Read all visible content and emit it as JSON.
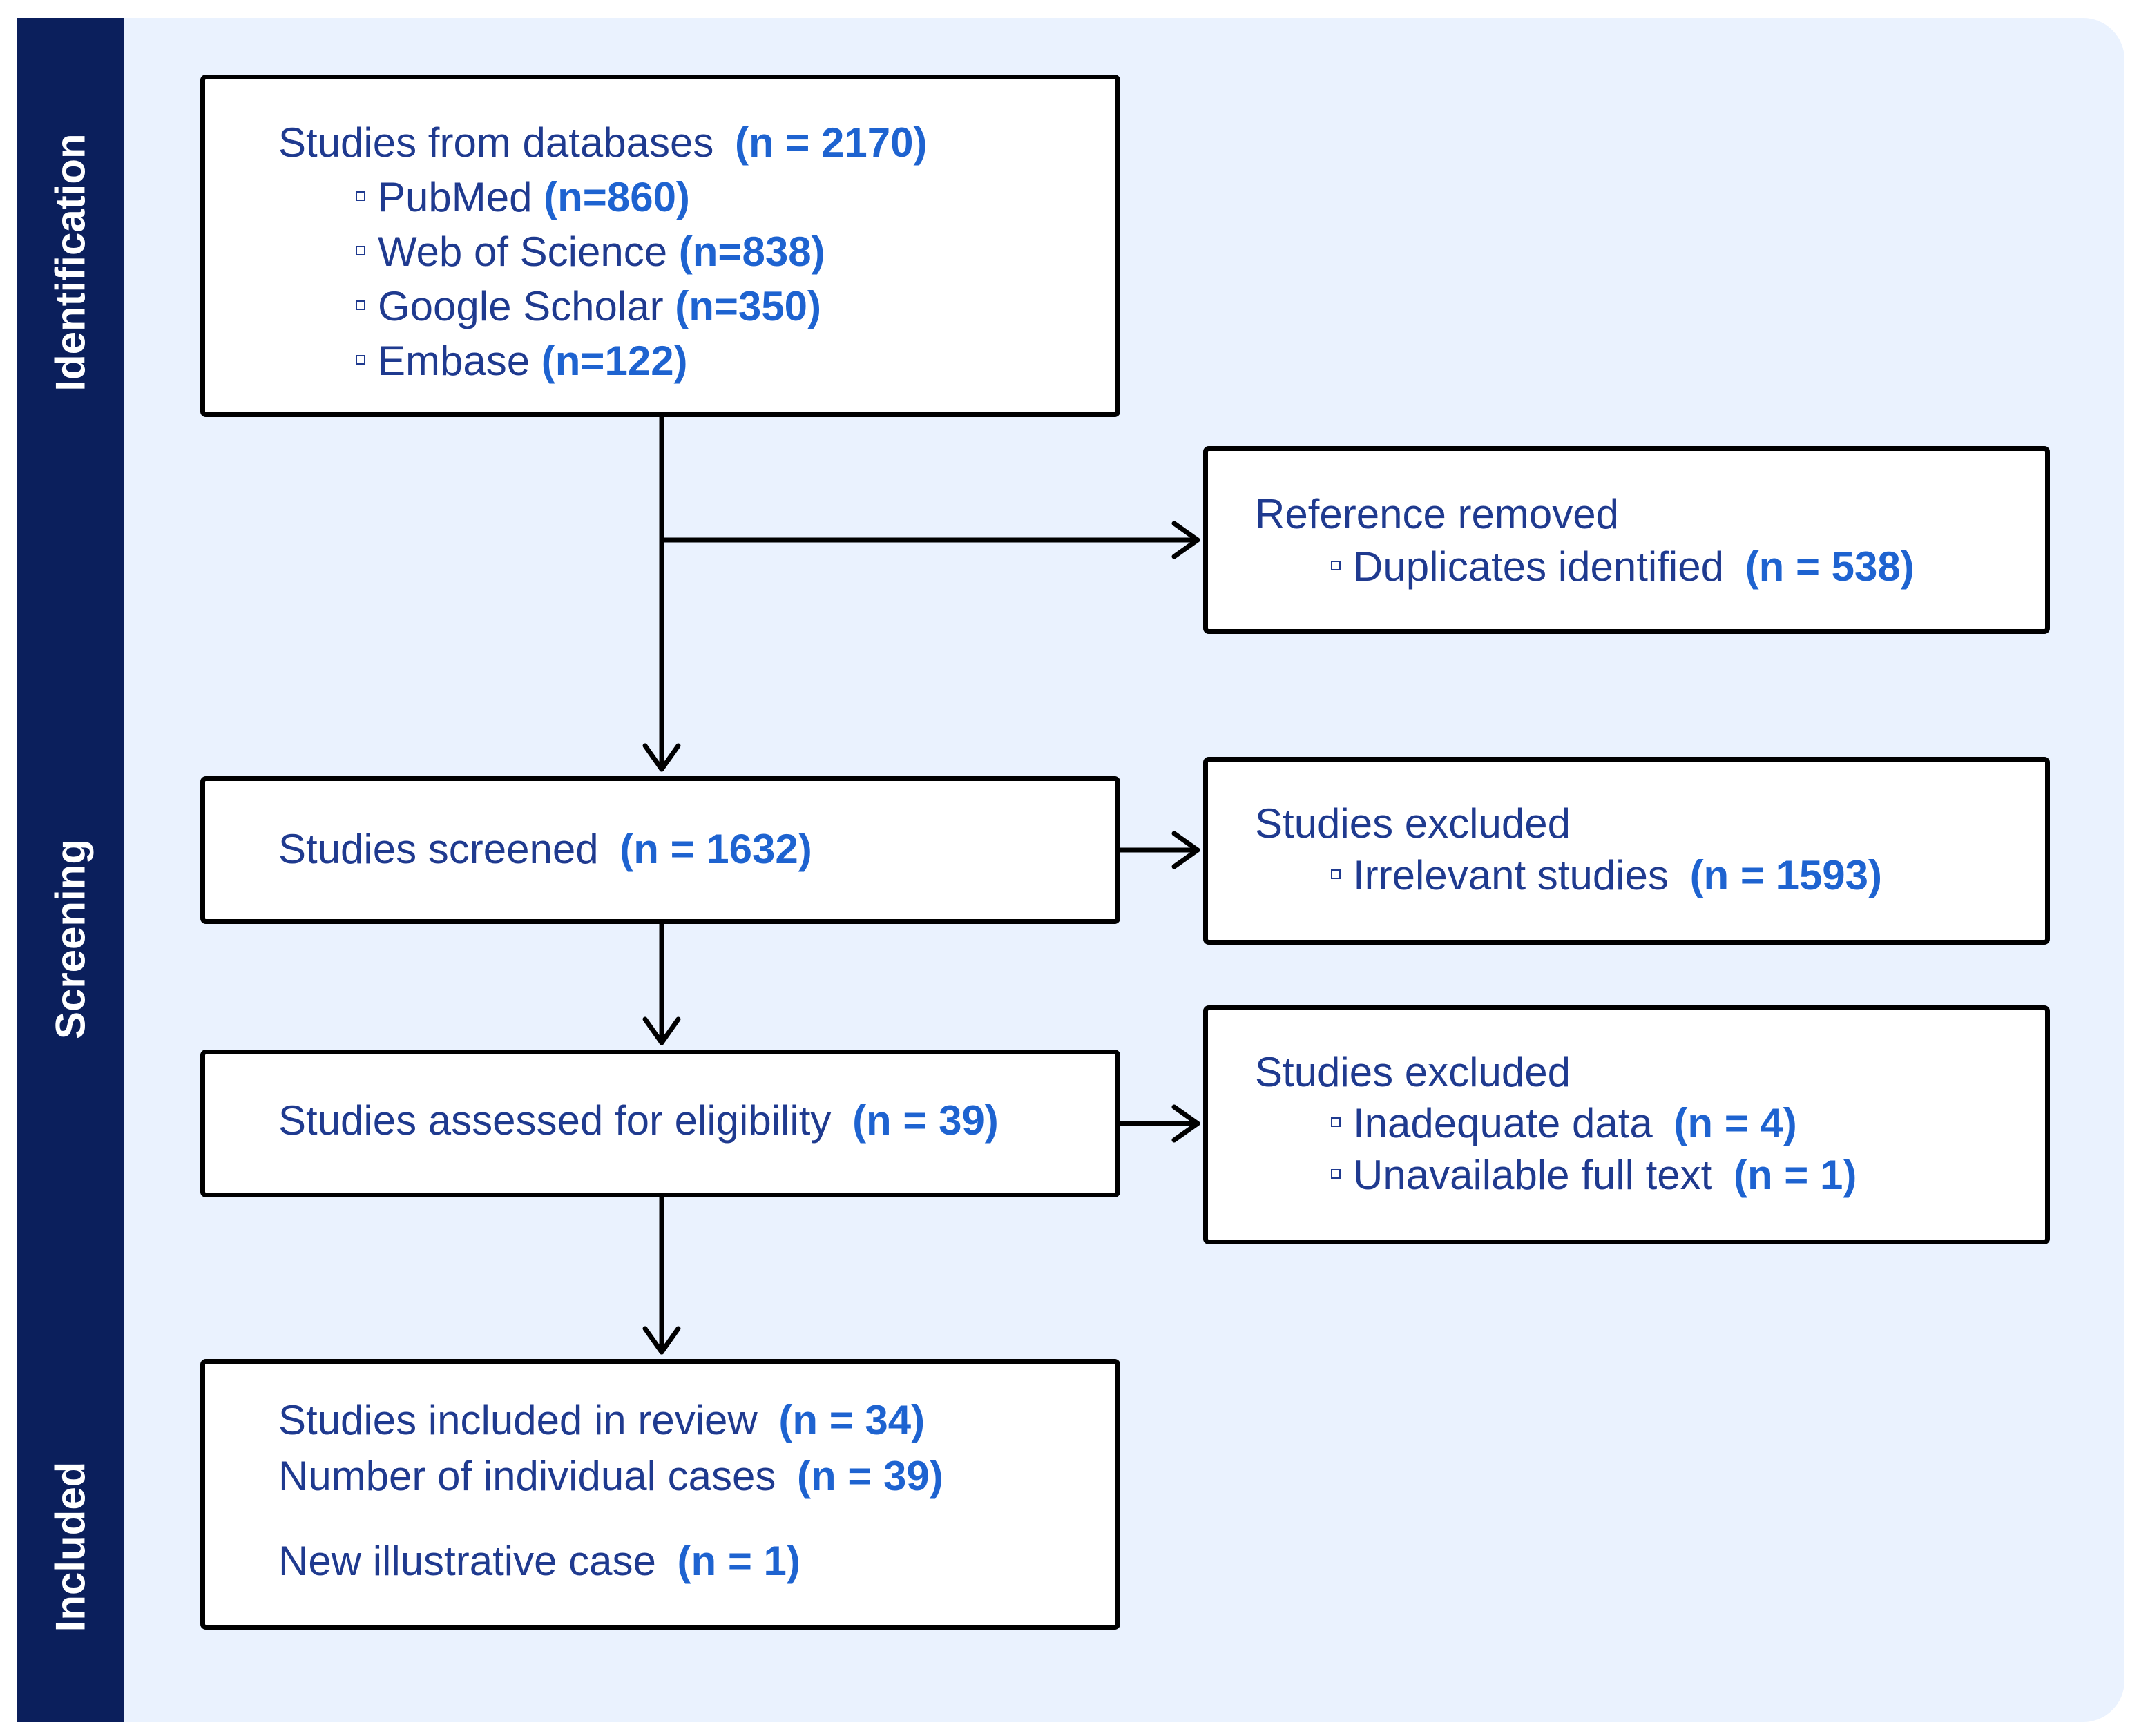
{
  "phases": {
    "identification": "Identification",
    "screening": "Screening",
    "included": "Included"
  },
  "identification_box": {
    "title": "Studies from databases",
    "count": "(n = 2170)",
    "sources": [
      {
        "name": "PubMed",
        "count": "(n=860)"
      },
      {
        "name": "Web of Science",
        "count": "(n=838)"
      },
      {
        "name": "Google Scholar",
        "count": "(n=350)"
      },
      {
        "name": "Embase",
        "count": "(n=122)"
      }
    ]
  },
  "removed_box": {
    "title": "Reference removed",
    "item": "Duplicates identified",
    "count": "(n = 538)"
  },
  "screened_box": {
    "label": "Studies screened",
    "count": "(n = 1632)"
  },
  "excluded_screen_box": {
    "title": "Studies excluded",
    "item": "Irrelevant studies",
    "count": "(n = 1593)"
  },
  "eligibility_box": {
    "label": "Studies assessed for eligibility",
    "count": "(n = 39)"
  },
  "excluded_eligibility_box": {
    "title": "Studies excluded",
    "items": [
      {
        "label": "Inadequate data",
        "count": "(n = 4)"
      },
      {
        "label": "Unavailable full text",
        "count": "(n = 1)"
      }
    ]
  },
  "included_box": {
    "lines": [
      {
        "label": "Studies included in review",
        "count": "(n = 34)"
      },
      {
        "label": "Number of individual cases",
        "count": "(n = 39)"
      },
      {
        "label": "New illustrative case",
        "count": "(n = 1)"
      }
    ]
  },
  "colors": {
    "sidebar": "#0b1f5c",
    "panel": "#eaf2fe",
    "text": "#1f3a8f",
    "count": "#1e63d0"
  }
}
